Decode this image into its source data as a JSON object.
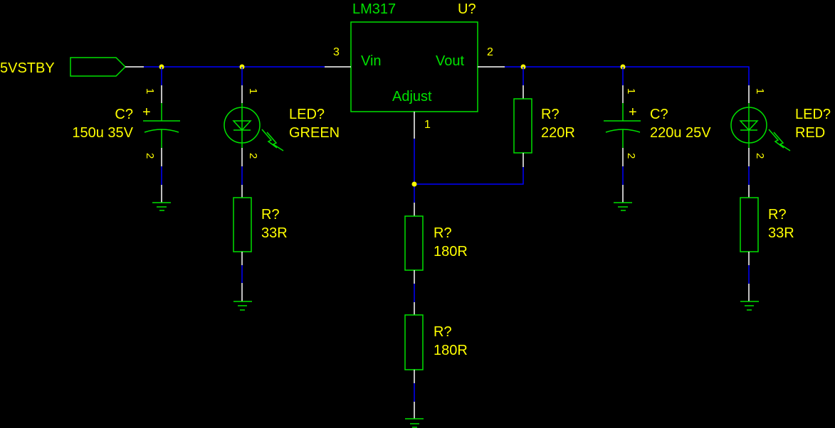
{
  "colors": {
    "background": "#000000",
    "wire": "#0000ff",
    "pin": "#ffffff",
    "component": "#00e000",
    "label": "#ffff00"
  },
  "port": {
    "net_name": "5VSTBY"
  },
  "regulator": {
    "part": "LM317",
    "designator": "U?",
    "pins": {
      "vin": {
        "name": "Vin",
        "number": "3"
      },
      "vout": {
        "name": "Vout",
        "number": "2"
      },
      "adjust": {
        "name": "Adjust",
        "number": "1"
      }
    }
  },
  "components": {
    "c_in": {
      "designator": "C?",
      "value": "150u 35V",
      "pin1": "1",
      "pin2": "2",
      "polarity": "+"
    },
    "led_green": {
      "designator": "LED?",
      "value": "GREEN",
      "pin1": "1",
      "pin2": "2"
    },
    "r_green": {
      "designator": "R?",
      "value": "33R"
    },
    "r_top": {
      "designator": "R?",
      "value": "220R"
    },
    "r_adj1": {
      "designator": "R?",
      "value": "180R"
    },
    "r_adj2": {
      "designator": "R?",
      "value": "180R"
    },
    "c_out": {
      "designator": "C?",
      "value": "220u 25V",
      "pin1": "1",
      "pin2": "2",
      "polarity": "+"
    },
    "led_red": {
      "designator": "LED?",
      "value": "RED",
      "pin1": "1",
      "pin2": "2"
    },
    "r_red": {
      "designator": "R?",
      "value": "33R"
    }
  }
}
